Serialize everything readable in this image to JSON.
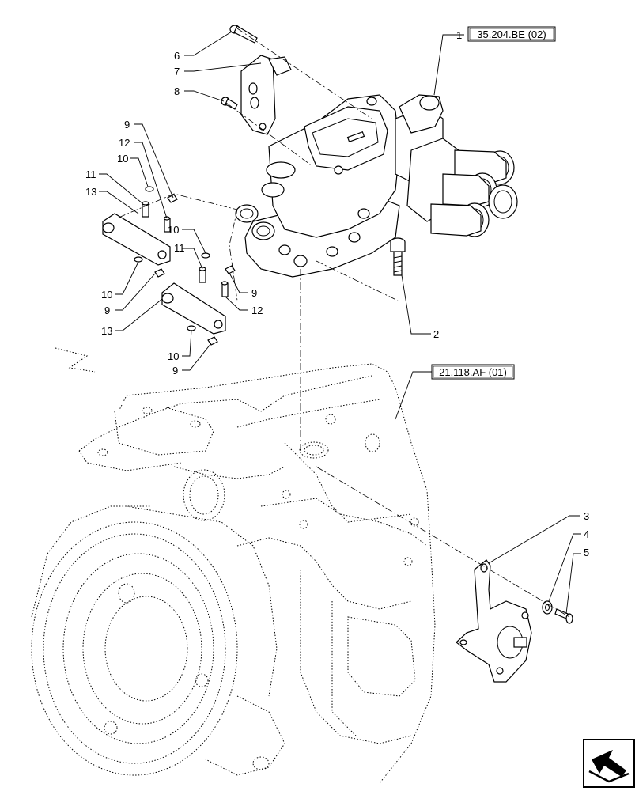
{
  "references": {
    "valve_ref": "35.204.BE (02)",
    "housing_ref": "21.118.AF (01)"
  },
  "callouts": {
    "c1": "1",
    "c2": "2",
    "c3": "3",
    "c4": "4",
    "c5": "5",
    "c6": "6",
    "c7": "7",
    "c8": "8",
    "c9a": "9",
    "c9b": "9",
    "c9c": "9",
    "c9d": "9",
    "c10a": "10",
    "c10b": "10",
    "c10c": "10",
    "c10d": "10",
    "c11a": "11",
    "c11b": "11",
    "c12a": "12",
    "c12b": "12",
    "c13a": "13",
    "c13b": "13"
  },
  "nav": {
    "icon": "next-page-arrow-icon"
  }
}
